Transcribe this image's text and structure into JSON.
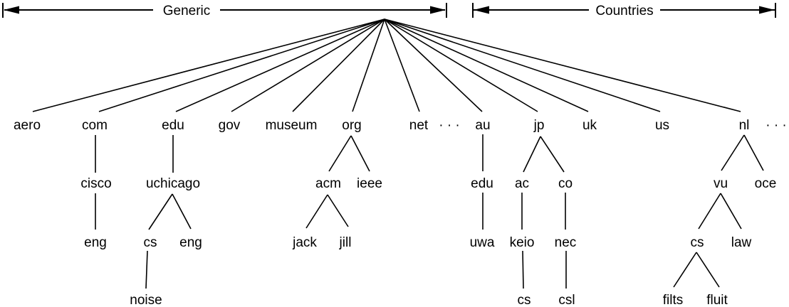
{
  "title_brackets": {
    "generic": "Generic",
    "countries": "Countries"
  },
  "tree": {
    "top_level": [
      {
        "label": "aero"
      },
      {
        "label": "com",
        "children": [
          {
            "label": "cisco",
            "children": [
              {
                "label": "eng"
              }
            ]
          }
        ]
      },
      {
        "label": "edu",
        "children": [
          {
            "label": "uchicago",
            "children": [
              {
                "label": "cs",
                "children": [
                  {
                    "label": "noise"
                  }
                ]
              },
              {
                "label": "eng"
              }
            ]
          }
        ]
      },
      {
        "label": "gov"
      },
      {
        "label": "museum"
      },
      {
        "label": "org",
        "children": [
          {
            "label": "acm",
            "children": [
              {
                "label": "jack"
              },
              {
                "label": "jill"
              }
            ]
          },
          {
            "label": "ieee"
          }
        ]
      },
      {
        "label": "net"
      },
      {
        "label": "· · ·"
      },
      {
        "label": "au",
        "children": [
          {
            "label": "edu",
            "children": [
              {
                "label": "uwa"
              }
            ]
          }
        ]
      },
      {
        "label": "jp",
        "children": [
          {
            "label": "ac",
            "children": [
              {
                "label": "keio",
                "children": [
                  {
                    "label": "cs"
                  }
                ]
              }
            ]
          },
          {
            "label": "co",
            "children": [
              {
                "label": "nec",
                "children": [
                  {
                    "label": "csl"
                  }
                ]
              }
            ]
          }
        ]
      },
      {
        "label": "uk"
      },
      {
        "label": "us"
      },
      {
        "label": "nl",
        "children": [
          {
            "label": "vu",
            "children": [
              {
                "label": "cs",
                "children": [
                  {
                    "label": "filts"
                  },
                  {
                    "label": "fluit"
                  }
                ]
              },
              {
                "label": "law"
              }
            ]
          },
          {
            "label": "oce"
          }
        ]
      },
      {
        "label": "· · ·"
      }
    ]
  },
  "colors": {
    "line": "#000000",
    "text": "#000000",
    "background": "#ffffff"
  }
}
